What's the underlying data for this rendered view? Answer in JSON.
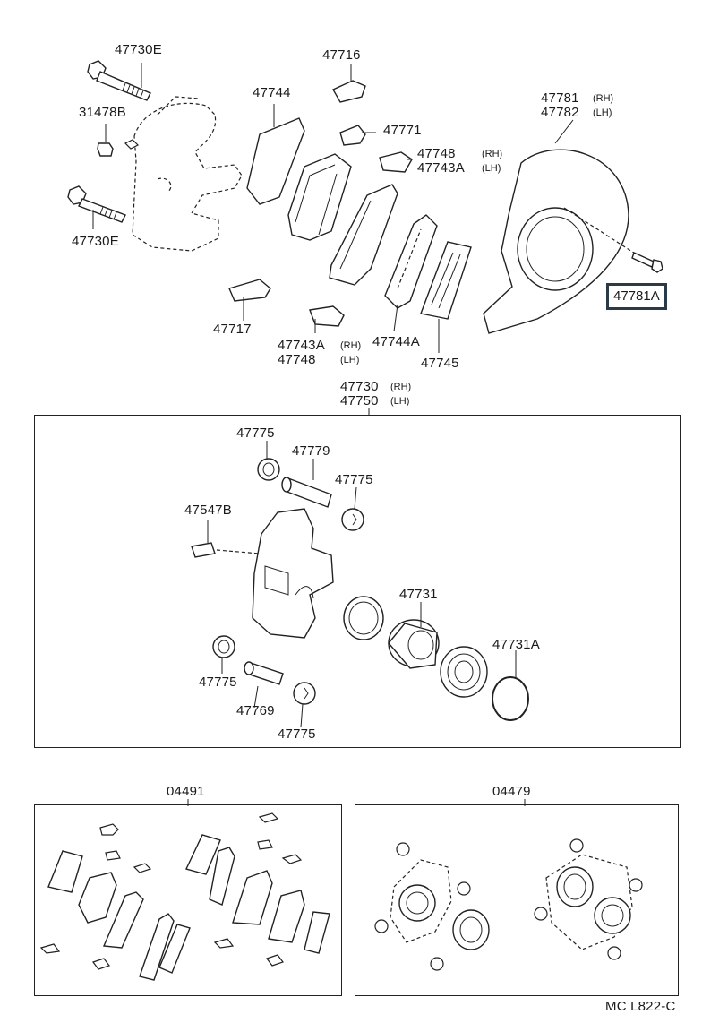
{
  "diagram": {
    "part_labels": {
      "p47730E_top": "47730E",
      "p47716": "47716",
      "p31478B": "31478B",
      "p47744": "47744",
      "p47771": "47771",
      "p47781": "47781",
      "p47782": "47782",
      "p47748_top": "47748",
      "p47743A_top": "47743A",
      "p47730E_bottom": "47730E",
      "p47781A": "47781A",
      "p47717": "47717",
      "p47743A_bottom": "47743A",
      "p47748_bottom": "47748",
      "p47744A": "47744A",
      "p47745": "47745",
      "p47730": "47730",
      "p47750": "47750",
      "p47775_a": "47775",
      "p47779": "47779",
      "p47775_b": "47775",
      "p47547B": "47547B",
      "p47731": "47731",
      "p47731A": "47731A",
      "p47775_c": "47775",
      "p47769": "47769",
      "p47775_d": "47775",
      "p04491": "04491",
      "p04479": "04479"
    },
    "side_tags": {
      "rh_47781": "(RH)",
      "lh_47782": "(LH)",
      "rh_47748": "(RH)",
      "lh_47743A": "(LH)",
      "rh_47743A": "(RH)",
      "lh_47748": "(LH)",
      "rh_47730": "(RH)",
      "lh_47750": "(LH)"
    },
    "footer_code": "MC L822-C"
  }
}
